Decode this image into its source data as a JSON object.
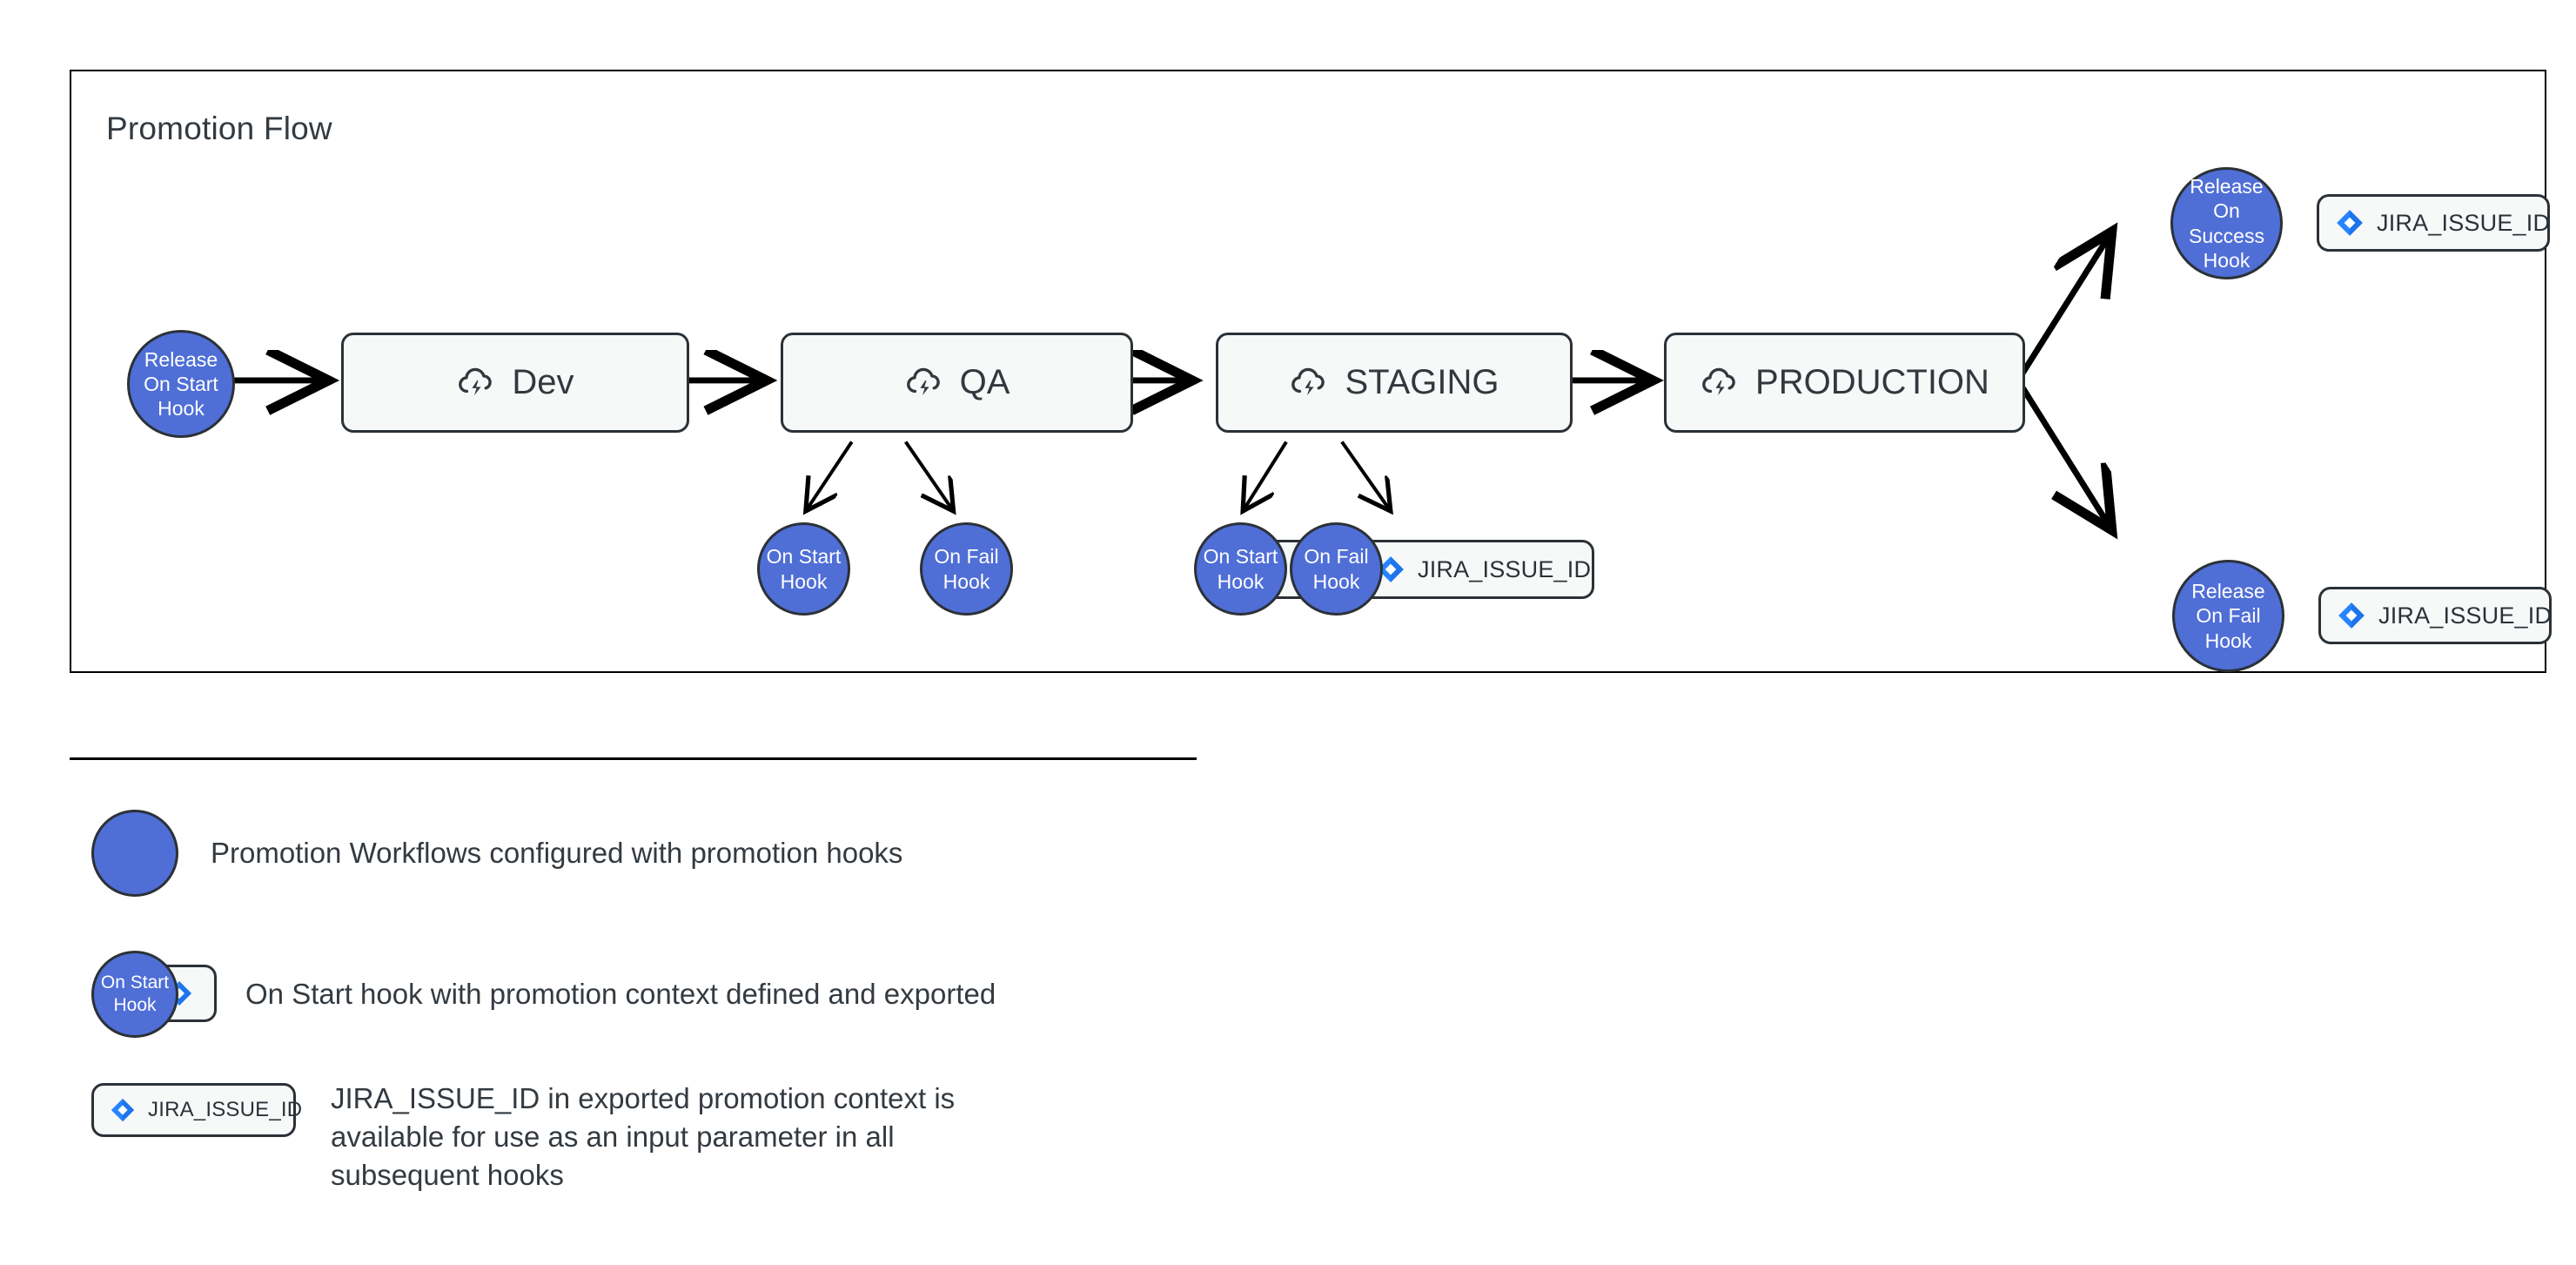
{
  "panel": {
    "title": "Promotion Flow"
  },
  "flow": {
    "start_hook": {
      "lines": [
        "Release",
        "On Start",
        "Hook"
      ],
      "text": "Release On Start Hook"
    },
    "stages": [
      {
        "name": "Dev",
        "icon": "cloud-lightning-icon"
      },
      {
        "name": "QA",
        "icon": "cloud-lightning-icon"
      },
      {
        "name": "STAGING",
        "icon": "cloud-lightning-icon"
      },
      {
        "name": "PRODUCTION",
        "icon": "cloud-lightning-icon"
      }
    ],
    "qa_hooks": [
      {
        "lines": [
          "On Start",
          "Hook"
        ],
        "badge": null
      },
      {
        "lines": [
          "On Fail",
          "Hook"
        ],
        "badge": null
      }
    ],
    "staging_hooks": [
      {
        "lines": [
          "On Start",
          "Hook"
        ],
        "badge": {
          "icon": "jira-icon",
          "label": ""
        }
      },
      {
        "lines": [
          "On Fail",
          "Hook"
        ],
        "badge": {
          "icon": "jira-icon",
          "label": "JIRA_ISSUE_ID"
        }
      }
    ],
    "release_hooks": [
      {
        "lines": [
          "Release",
          "On Success",
          "Hook"
        ],
        "badge": {
          "icon": "jira-icon",
          "label": "JIRA_ISSUE_ID"
        }
      },
      {
        "lines": [
          "Release",
          "On Fail",
          "Hook"
        ],
        "badge": {
          "icon": "jira-icon",
          "label": "JIRA_ISSUE_ID"
        }
      }
    ]
  },
  "legend": {
    "items": [
      {
        "type": "circle",
        "caption": "Promotion Workflows configured with promotion hooks"
      },
      {
        "type": "hook-with-badge",
        "hook_lines": [
          "On Start",
          "Hook"
        ],
        "badge_label": "",
        "caption": "On Start hook with promotion context defined and exported"
      },
      {
        "type": "badge",
        "badge_label": "JIRA_ISSUE_ID",
        "caption_lines": [
          "JIRA_ISSUE_ID in exported promotion context is",
          "available for use as an input parameter in all",
          "subsequent hooks"
        ]
      }
    ]
  },
  "colors": {
    "hook_blue": "#4f6ed6",
    "stroke_dark": "#2b3137",
    "stage_fill": "#f7f9f9",
    "jira_blue": "#2684ff",
    "jira_blue_dark": "#1868db",
    "text": "#333a40"
  }
}
